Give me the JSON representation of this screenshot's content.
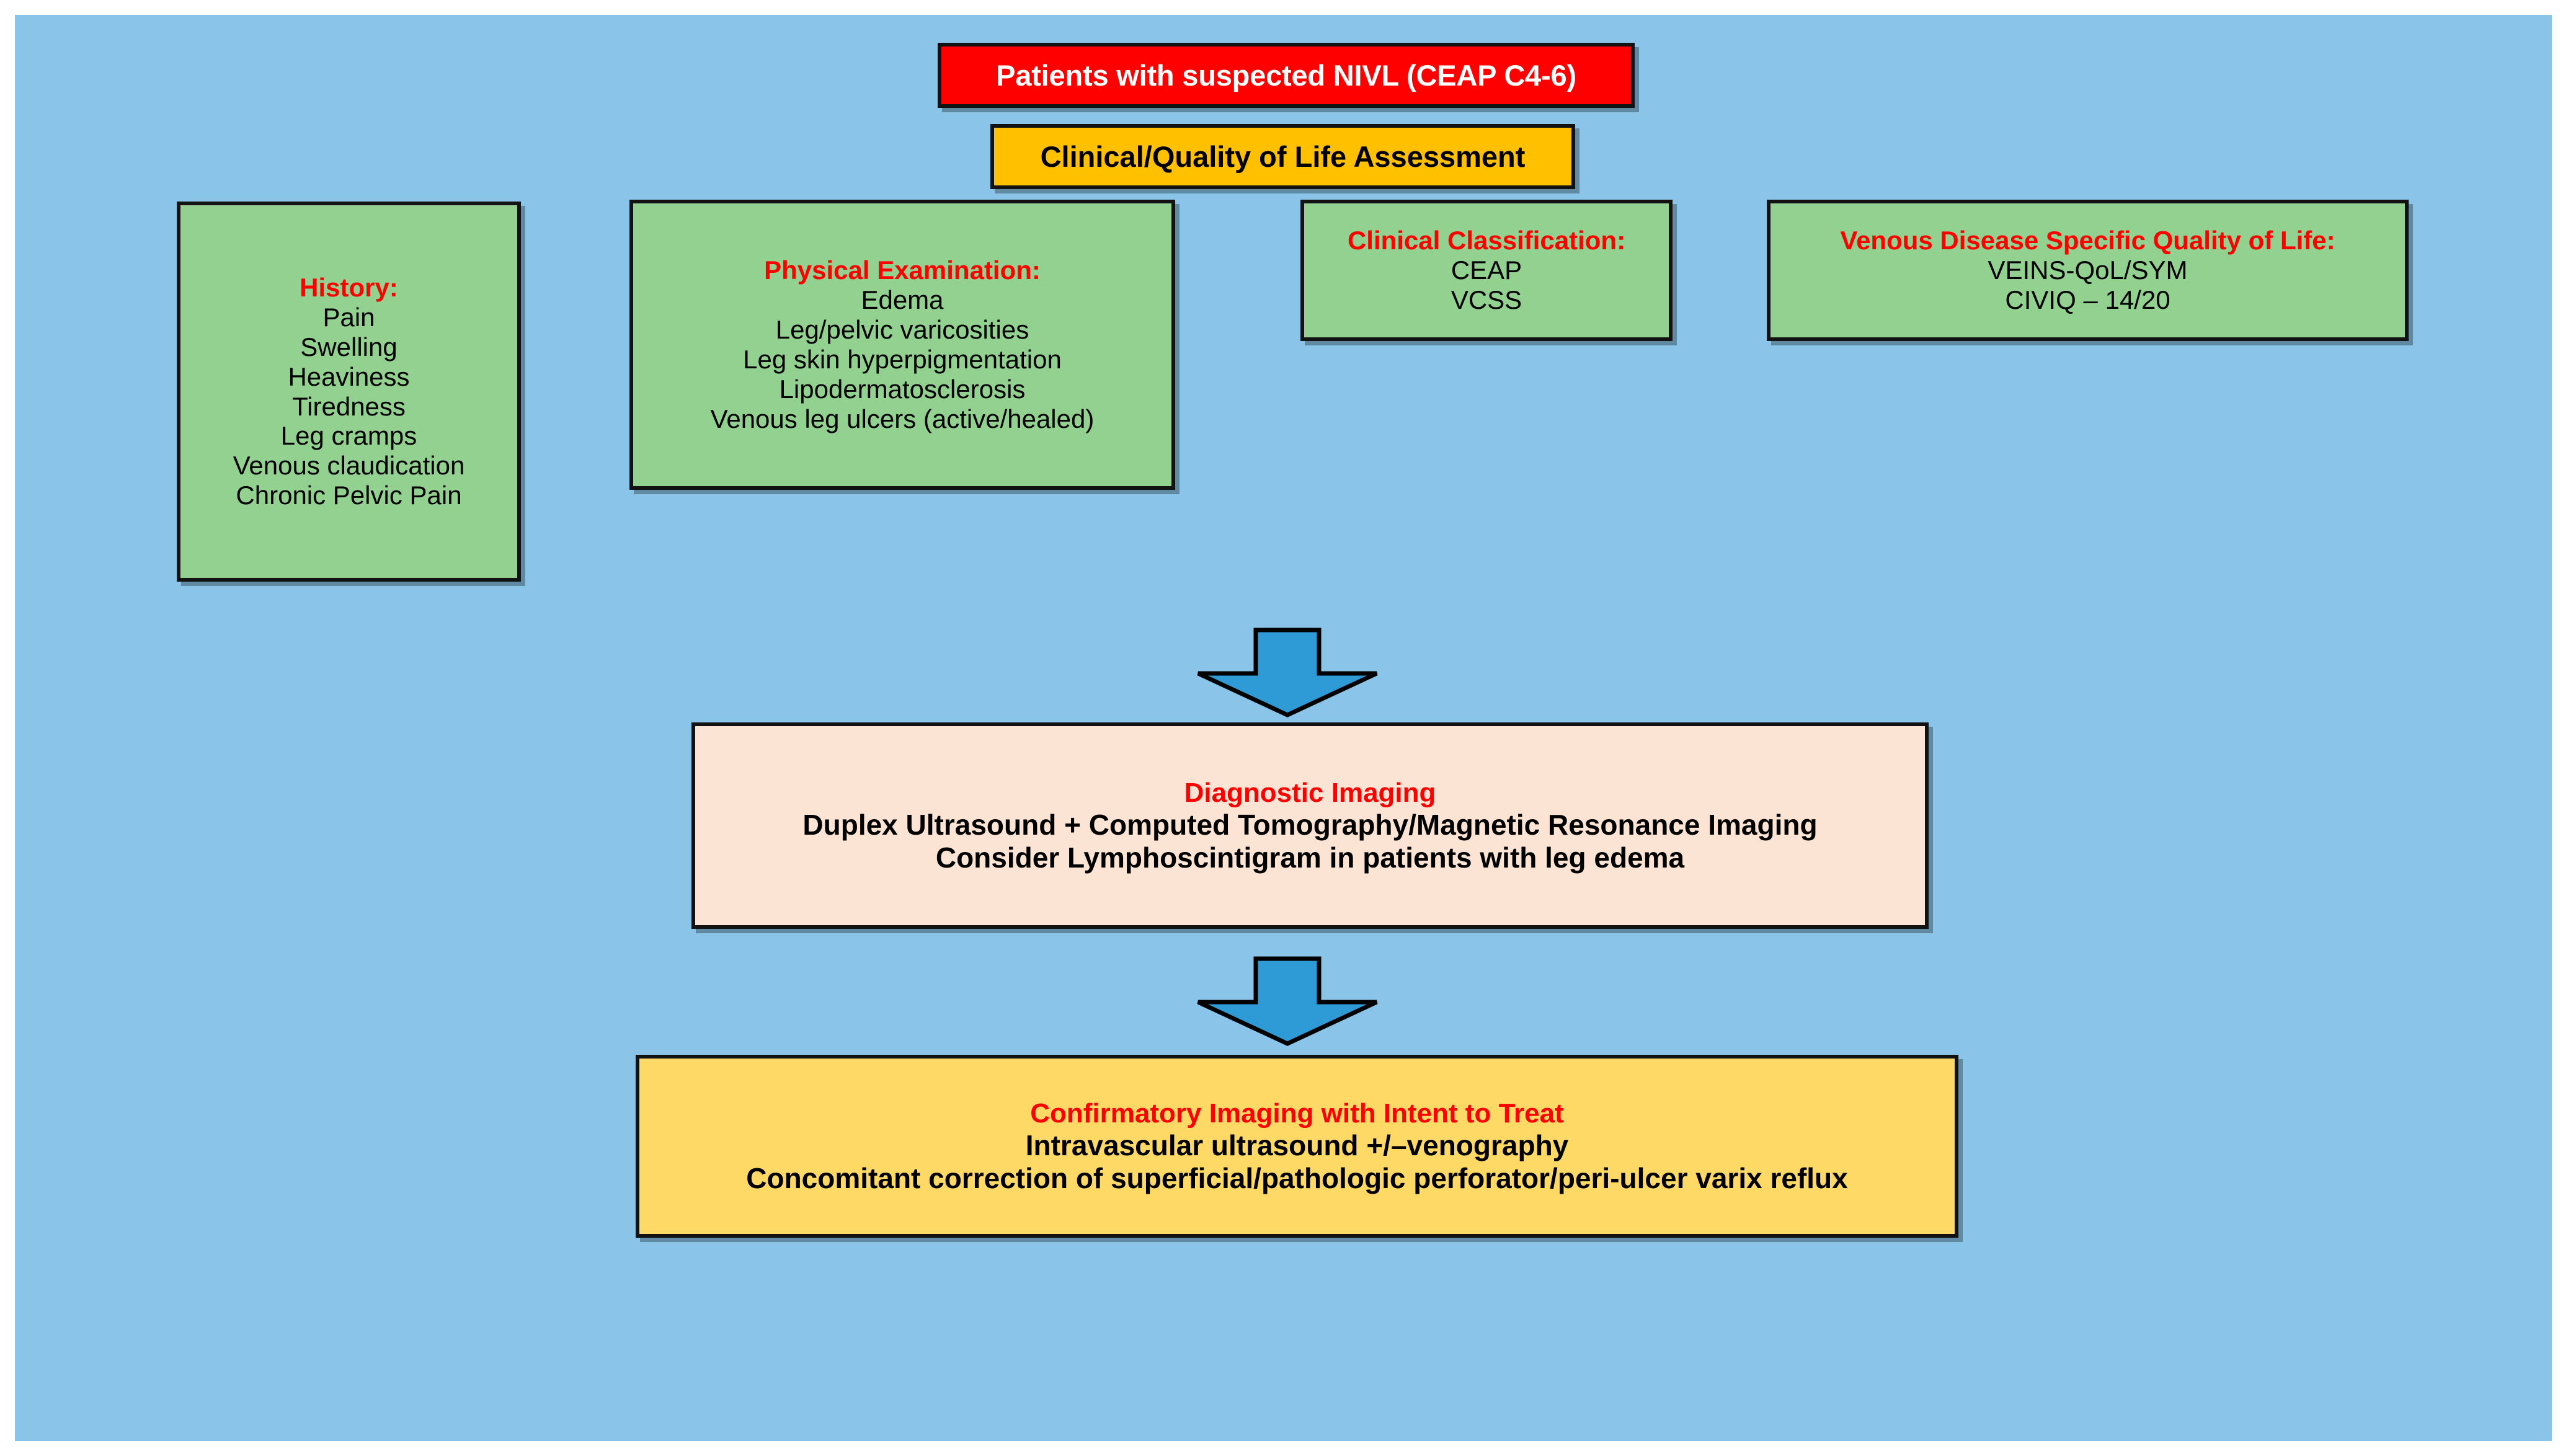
{
  "diagram": {
    "title": "NIVL diagnostic pathway flowchart",
    "canvas_color": "#8ac4e8",
    "colors": {
      "banner": "#ff0000",
      "assessment_header": "#ffc000",
      "green_box": "#92d18f",
      "diagnostic_box": "#fce4d4",
      "confirmatory_box": "#ffd966",
      "arrow": "#2e9bd6",
      "header_text": "#ff0000",
      "outline": "#121212"
    },
    "nodes": {
      "suspected_nivl": {
        "label": "Patients with suspected NIVL (CEAP C4-6)"
      },
      "clinical_qol_assessment": {
        "label": "Clinical/Quality of Life Assessment"
      },
      "history": {
        "header": "History:",
        "items": [
          "Pain",
          "Swelling",
          "Heaviness",
          "Tiredness",
          "Leg cramps",
          "Venous claudication",
          "Chronic Pelvic Pain"
        ]
      },
      "physical_examination": {
        "header": "Physical Examination:",
        "items": [
          "Edema",
          "Leg/pelvic varicosities",
          "Leg skin hyperpigmentation",
          "Lipodermatosclerosis",
          "Venous leg ulcers (active/healed)"
        ]
      },
      "clinical_classification": {
        "header": "Clinical Classification:",
        "items": [
          "CEAP",
          "VCSS"
        ]
      },
      "venous_disease_qol": {
        "header": "Venous Disease Specific Quality of Life:",
        "items": [
          "VEINS-QoL/SYM",
          "CIVIQ – 14/20"
        ]
      },
      "diagnostic_imaging": {
        "header": "Diagnostic Imaging",
        "items": [
          "Duplex Ultrasound + Computed Tomography/Magnetic Resonance Imaging",
          "Consider Lymphoscintigram in patients with leg edema"
        ]
      },
      "confirmatory_imaging": {
        "header": "Confirmatory Imaging with Intent to Treat",
        "items": [
          "Intravascular ultrasound +/–venography",
          "Concomitant correction of superficial/pathologic perforator/peri-ulcer varix reflux"
        ]
      }
    },
    "arrows": [
      {
        "name": "arrow-to-diagnostic",
        "direction": "down"
      },
      {
        "name": "arrow-to-confirmatory",
        "direction": "down"
      }
    ]
  }
}
